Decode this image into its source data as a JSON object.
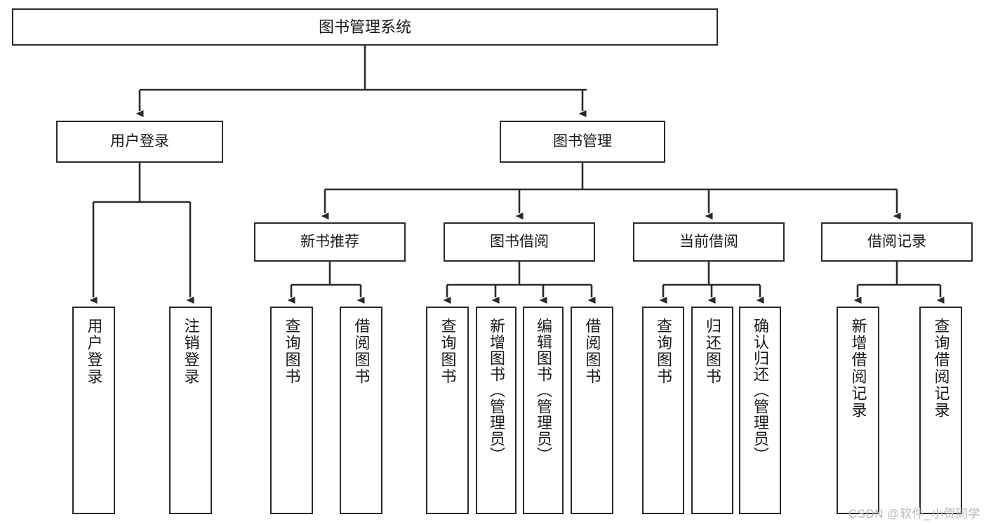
{
  "diagram": {
    "type": "tree-hierarchy-chart",
    "title": "图书管理系统",
    "watermark": "CSDN @软件_小贺同学",
    "colors": {
      "background": "#ffffff",
      "stroke": "#2b2b2b",
      "text": "#1a1a1a",
      "watermark": "#b8b8b8"
    },
    "nodes": {
      "root": "图书管理系统",
      "level2": {
        "user_login": "用户登录",
        "book_manage": "图书管理"
      },
      "level3": {
        "new_book_rec": "新书推荐",
        "book_borrow": "图书借阅",
        "current_borrow": "当前借阅",
        "borrow_record": "借阅记录"
      },
      "leaves": {
        "user_login_1": "用户登录",
        "user_login_2": "注销登录",
        "new_book_rec_1": "查询图书",
        "new_book_rec_2": "借阅图书",
        "book_borrow_1": "查询图书",
        "book_borrow_2": "新增图书（管理员）",
        "book_borrow_3": "编辑图书（管理员）",
        "book_borrow_4": "借阅图书",
        "current_borrow_1": "查询图书",
        "current_borrow_2": "归还图书",
        "current_borrow_3": "确认归还（管理员）",
        "borrow_record_1": "新增借阅记录",
        "borrow_record_2": "查询借阅记录"
      }
    }
  }
}
